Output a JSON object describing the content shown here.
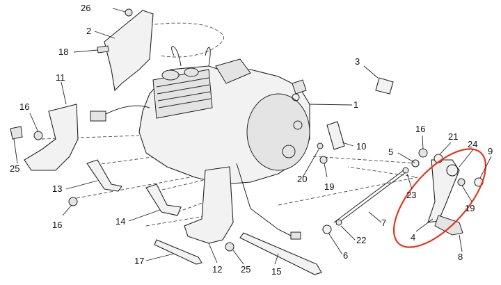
{
  "labels": {
    "l1": "1",
    "l2": "2",
    "l3": "3",
    "l4": "4",
    "l5": "5",
    "l6": "6",
    "l7": "7",
    "l8": "8",
    "l9": "9",
    "l10": "10",
    "l11": "11",
    "l12": "12",
    "l13": "13",
    "l14": "14",
    "l15": "15",
    "l16a": "16",
    "l16b": "16",
    "l16c": "16",
    "l17": "17",
    "l18": "18",
    "l19a": "19",
    "l19b": "19",
    "l20": "20",
    "l21": "21",
    "l22": "22",
    "l23": "23",
    "l24": "24",
    "l25a": "25",
    "l25b": "25",
    "l26": "26"
  },
  "colors": {
    "highlight": "#e8341c",
    "ink": "#222222"
  }
}
